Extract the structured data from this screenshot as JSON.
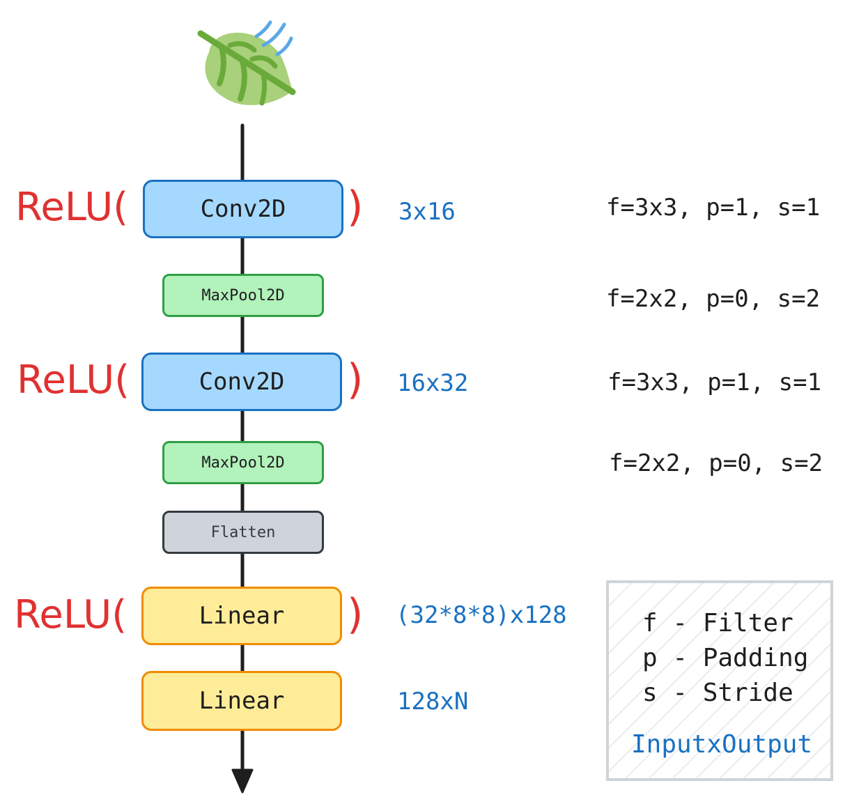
{
  "layers": [
    {
      "label": "Conv2D",
      "kind": "conv",
      "relu": true,
      "dims": "3x16",
      "params": "f=3x3, p=1, s=1"
    },
    {
      "label": "MaxPool2D",
      "kind": "pool",
      "relu": false,
      "dims": "",
      "params": "f=2x2, p=0, s=2"
    },
    {
      "label": "Conv2D",
      "kind": "conv",
      "relu": true,
      "dims": "16x32",
      "params": "f=3x3, p=1, s=1"
    },
    {
      "label": "MaxPool2D",
      "kind": "pool",
      "relu": false,
      "dims": "",
      "params": "f=2x2, p=0, s=2"
    },
    {
      "label": "Flatten",
      "kind": "flatten",
      "relu": false,
      "dims": "",
      "params": ""
    },
    {
      "label": "Linear",
      "kind": "linear",
      "relu": true,
      "dims": "(32*8*8)x128",
      "params": ""
    },
    {
      "label": "Linear",
      "kind": "linear",
      "relu": false,
      "dims": "128xN",
      "params": ""
    }
  ],
  "relu": {
    "open": "ReLU(",
    "close": ")"
  },
  "legend": {
    "rows": [
      "f - Filter",
      "p - Padding",
      "s - Stride"
    ],
    "io": "InputxOutput"
  },
  "input_icon": "leaf-icon",
  "colors": {
    "conv_fill": "#a5d8ff",
    "conv_stroke": "#1971c2",
    "pool_fill": "#b2f2bb",
    "pool_stroke": "#2f9e44",
    "flatten_fill": "#ced4da",
    "flatten_stroke": "#343a40",
    "linear_fill": "#ffec99",
    "linear_stroke": "#f08c00",
    "relu": "#e03131",
    "dims": "#1971c2"
  }
}
